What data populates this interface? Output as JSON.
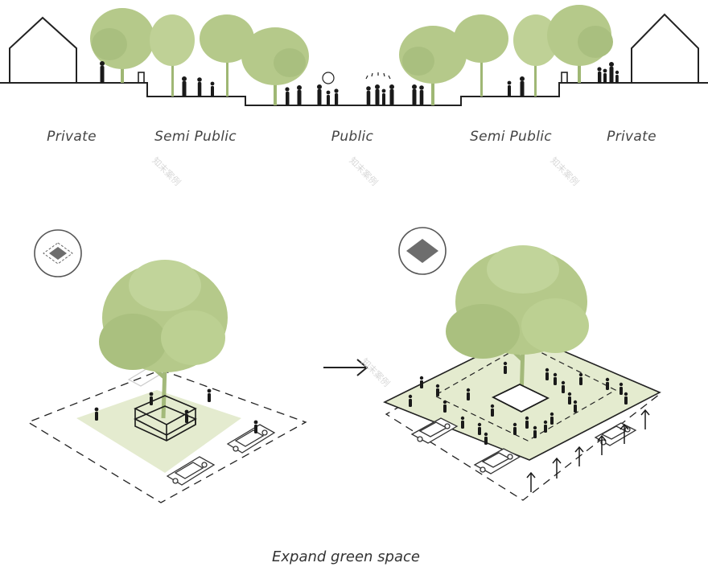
{
  "section": {
    "zones": [
      {
        "key": "private_left",
        "label": "Private"
      },
      {
        "key": "semi_public_left",
        "label": "Semi Public"
      },
      {
        "key": "public",
        "label": "Public"
      },
      {
        "key": "semi_public_right",
        "label": "Semi Public"
      },
      {
        "key": "private_right",
        "label": "Private"
      }
    ]
  },
  "caption": "Expand green space",
  "watermark": "知末案例",
  "colors": {
    "tree": "#b5c98a",
    "tree_dark": "#9fb774",
    "lawn": "#e4ebcf",
    "ink": "#222222",
    "badge_gray": "#6d6d6d"
  },
  "icons": {
    "before_badge": "small-green-area-icon",
    "after_badge": "large-green-area-icon",
    "transition": "arrow-right-icon"
  }
}
